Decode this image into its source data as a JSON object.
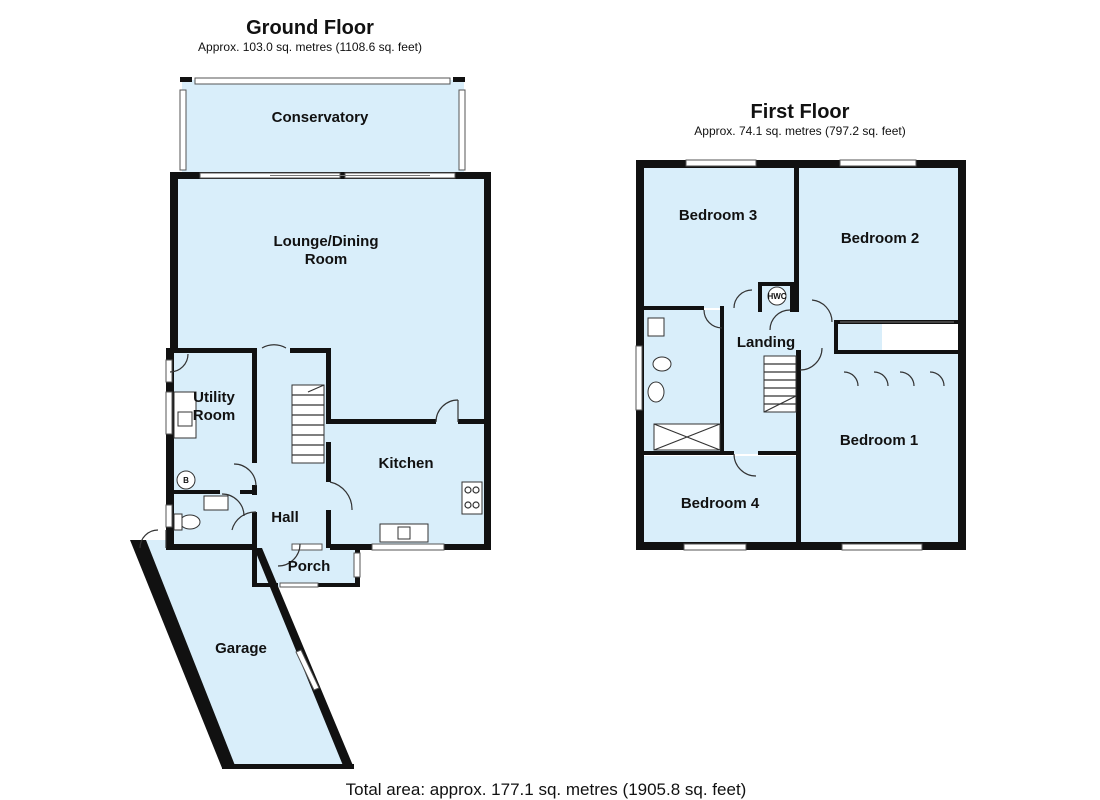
{
  "ground_floor": {
    "title": "Ground Floor",
    "area": "Approx. 103.0 sq. metres (1108.6 sq. feet)",
    "rooms": {
      "conservatory": "Conservatory",
      "lounge_line1": "Lounge/Dining",
      "lounge_line2": "Room",
      "utility_line1": "Utility",
      "utility_line2": "Room",
      "kitchen": "Kitchen",
      "hall": "Hall",
      "porch": "Porch",
      "garage": "Garage"
    },
    "boiler_label": "B"
  },
  "first_floor": {
    "title": "First Floor",
    "area": "Approx. 74.1 sq. metres (797.2 sq. feet)",
    "rooms": {
      "bedroom1": "Bedroom 1",
      "bedroom2": "Bedroom 2",
      "bedroom3": "Bedroom 3",
      "bedroom4": "Bedroom 4",
      "landing": "Landing"
    },
    "hwc_label": "HWC"
  },
  "total_area": "Total area: approx. 177.1 sq. metres (1905.8 sq. feet)",
  "colors": {
    "room_fill": "#d9eefa",
    "wall": "#111111"
  }
}
